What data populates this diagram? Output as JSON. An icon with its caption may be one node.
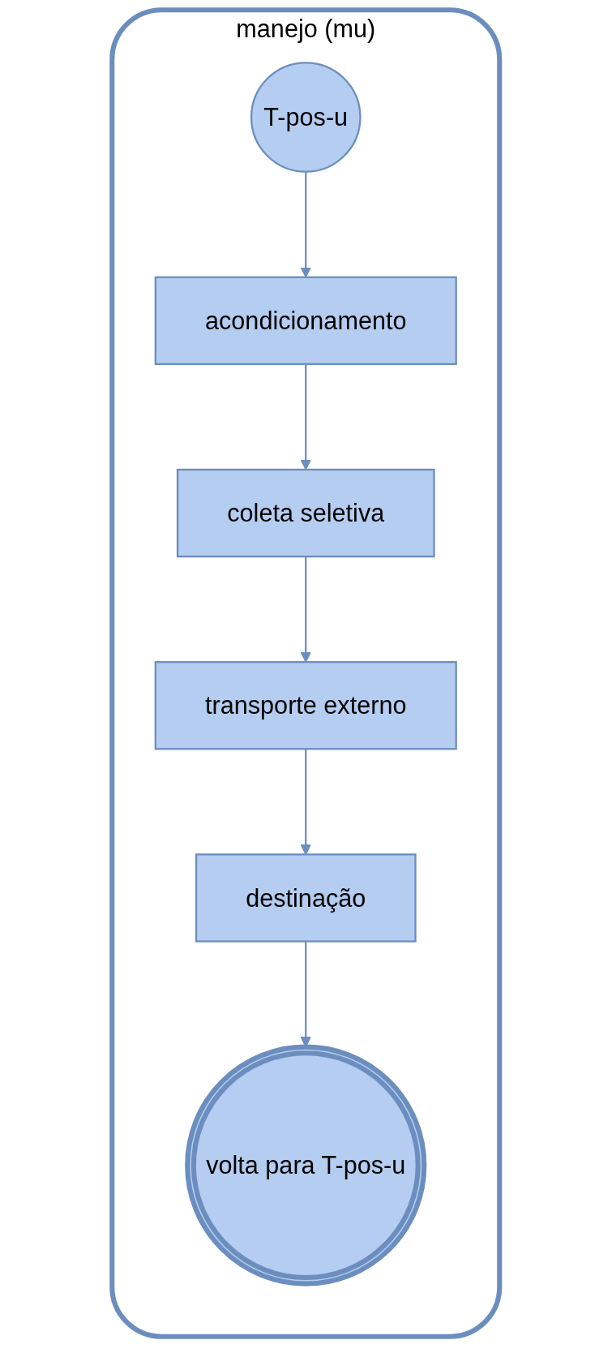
{
  "diagram": {
    "nodes": [
      {
        "text": [
          "manejo (mu)"
        ]
      },
      {
        "text": [
          "T-pos-u"
        ],
        "in": 0
      },
      {
        "text": [
          "acondicionamento"
        ],
        "in": 0
      },
      {
        "text": [
          "coleta seletiva"
        ],
        "in": 0
      },
      {
        "text": [
          "transporte externo"
        ],
        "in": 0
      },
      {
        "text": [
          "destinação"
        ],
        "in": 0
      },
      {
        "text": [
          "volta para T-pos-u"
        ],
        "in": 0
      }
    ],
    "edges": [
      {
        "from": 1,
        "to": 2,
        "arrow": "to"
      },
      {
        "from": 2,
        "to": 3,
        "arrow": "to"
      },
      {
        "from": 3,
        "to": 4,
        "arrow": "to"
      },
      {
        "from": 4,
        "to": 5,
        "arrow": "to"
      },
      {
        "from": 5,
        "to": 6,
        "arrow": "to"
      }
    ]
  }
}
